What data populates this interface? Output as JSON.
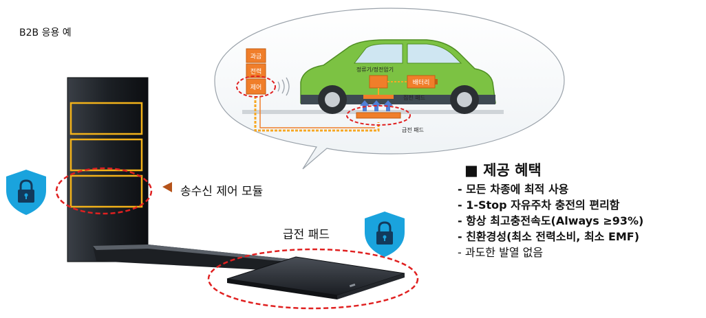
{
  "title": "B2B 응용 예",
  "callout_labels": {
    "billing": "과금",
    "power": "전력",
    "control": "제어",
    "rectifier": "정류기/정전압기",
    "battery": "배터리",
    "receiver_pad": "집전 패드",
    "transmit_pad": "급전 패드"
  },
  "module_label": "송수신 제어 모듈",
  "pad_label": "급전 패드",
  "benefits": {
    "title": "■ 제공 혜택",
    "items": [
      {
        "text": "- 모든 차종에 최적 사용",
        "bold": true
      },
      {
        "text": "- 1-Stop 자유주차 충전의 편리함",
        "bold": true
      },
      {
        "text": "- 항상 최고충전속도(Always ≥93%)",
        "bold": true
      },
      {
        "text": "- 친환경성(최소 전력소비, 최소 EMF)",
        "bold": true
      },
      {
        "text": "- 과도한 발열 없음",
        "bold": false
      }
    ]
  },
  "colors": {
    "accent_red": "#e02020",
    "module_outline": "#f2b21a",
    "car_green": "#7cc243",
    "pad_orange": "#f07e2a",
    "shield_blue": "#1aa3dd",
    "triangle": "#b5531a"
  },
  "icons": [
    "lock-shield-icon",
    "lock-shield-icon",
    "wireless-signal-icon",
    "triangle-pointer-icon"
  ]
}
